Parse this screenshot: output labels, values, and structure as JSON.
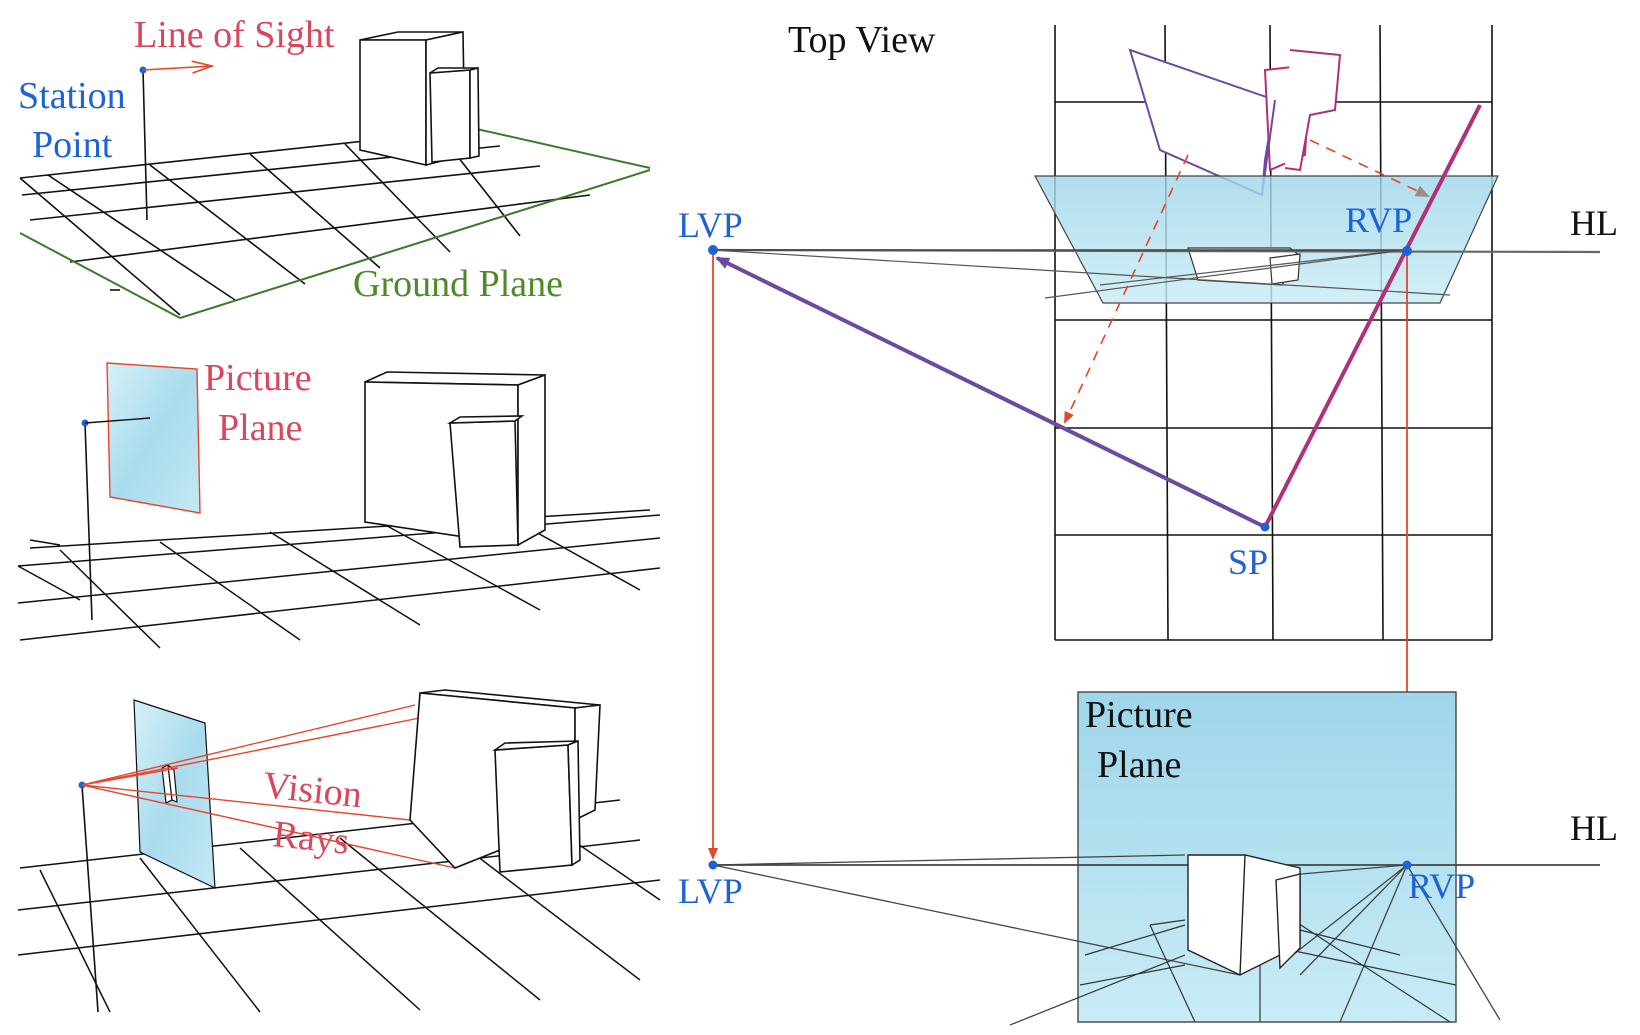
{
  "labels": {
    "line_of_sight": "Line of Sight",
    "station": "Station",
    "point": "Point",
    "ground_plane": "Ground Plane",
    "picture": "Picture",
    "plane": "Plane",
    "vision": "Vision",
    "rays": "Rays",
    "top_view": "Top View",
    "lvp": "LVP",
    "rvp": "RVP",
    "hl": "HL",
    "sp": "SP",
    "pp_picture": "Picture",
    "pp_plane": "Plane"
  },
  "colors": {
    "red_label": "#d9475d",
    "blue_label": "#1e63d6",
    "green_label": "#4f8a2a",
    "black": "#111111",
    "plane_fill": "#bfe5f2",
    "red_line": "#e8442a",
    "purple_line": "#6b4aa0",
    "magenta_line": "#b0307a"
  }
}
